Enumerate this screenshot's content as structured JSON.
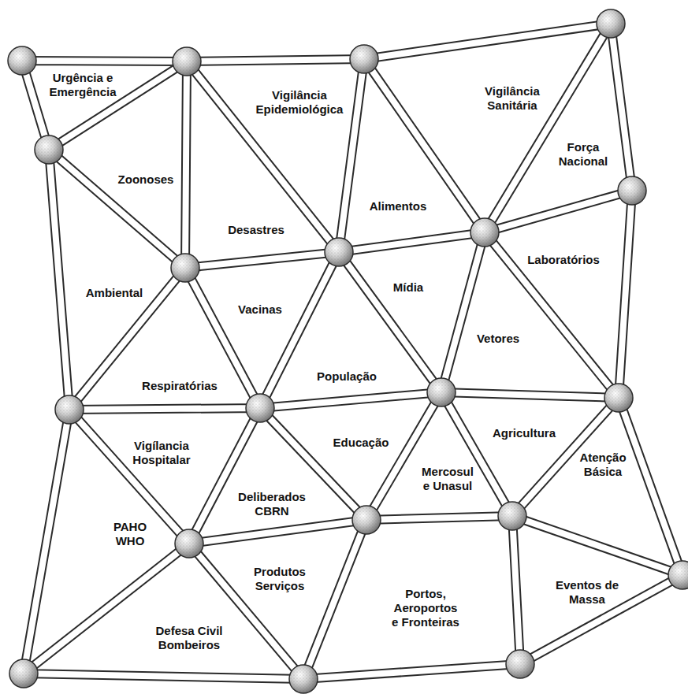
{
  "diagram": {
    "labels": [
      "Urgência e Emergência",
      "Vigilância Epidemiológica",
      "Vigilância Sanitária",
      "Força Nacional",
      "Zoonoses",
      "Alimentos",
      "Desastres",
      "Laboratórios",
      "Ambiental",
      "Vacinas",
      "Mídia",
      "Vetores",
      "Respiratórias",
      "População",
      "Educação",
      "Agricultura",
      "Vigílancia Hospitalar",
      "Deliberados CBRN",
      "Mercosul e Unasul",
      "Atenção Básica",
      "PAHO WHO",
      "Produtos Serviços",
      "Portos, Aeroportos e Fronteiras",
      "Eventos de Massa",
      "Defesa Civil Bombeiros"
    ]
  }
}
